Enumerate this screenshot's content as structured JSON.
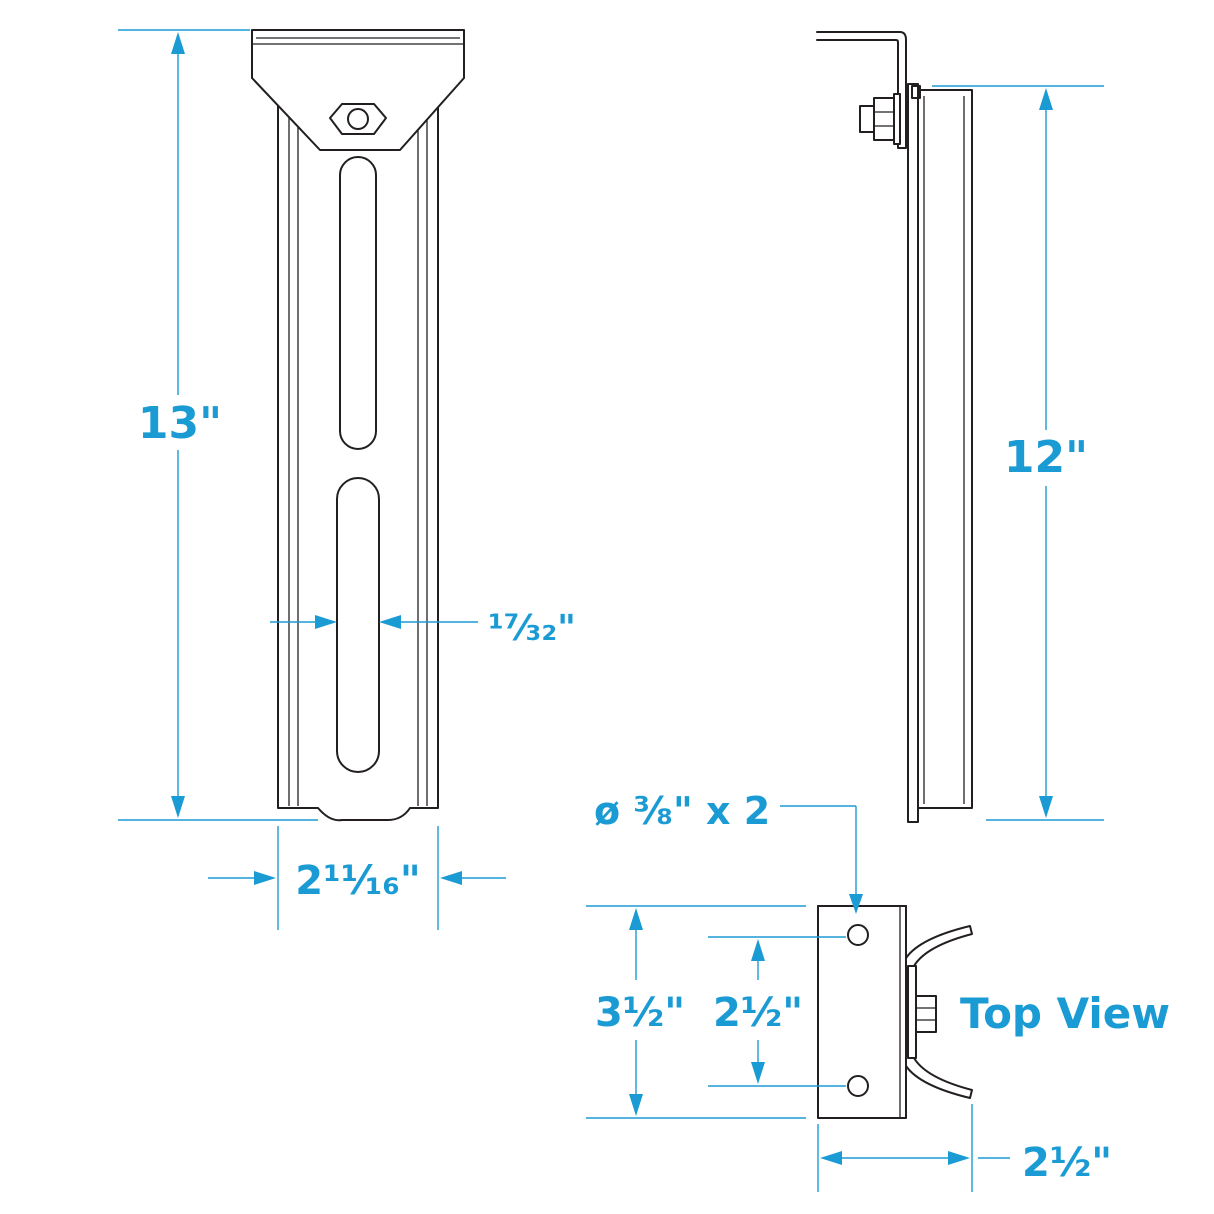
{
  "colors": {
    "dimension": "#1b9bd3",
    "outline": "#231f20",
    "background": "#ffffff"
  },
  "labels": {
    "height_front": "13\"",
    "height_side": "12\"",
    "width_front": "2¹¹⁄₁₆\"",
    "slot_width": "¹⁷⁄₃₂\"",
    "hole_spec": "ø ³⁄₈\" x 2",
    "plate_height": "3½\"",
    "hole_spacing": "2½\"",
    "plate_width": "2½\"",
    "top_view": "Top View"
  }
}
